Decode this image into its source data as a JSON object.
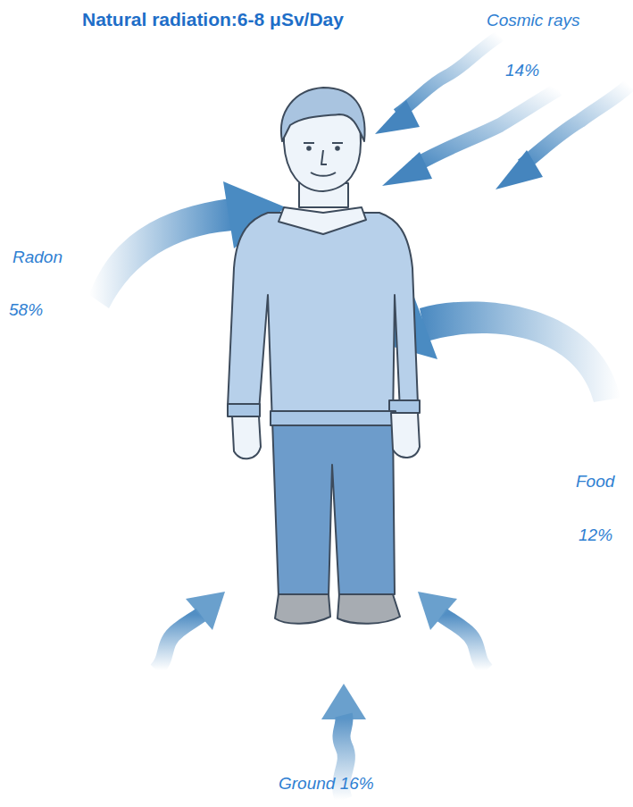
{
  "diagram": {
    "title": "Natural radiation:6-8 μSv/Day",
    "labels": [
      "Cosmic rays",
      "14%",
      "Radon",
      "58%",
      "Food",
      "12%",
      "Ground 16%"
    ]
  }
}
